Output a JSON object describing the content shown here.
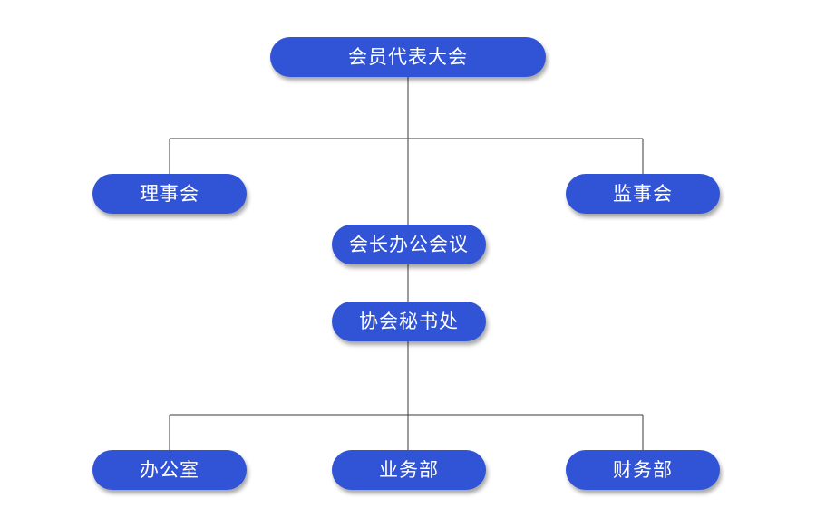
{
  "nodes": {
    "assembly": "会员代表大会",
    "council": "理事会",
    "supervisory": "监事会",
    "presidents_meeting": "会长办公会议",
    "secretariat": "协会秘书处",
    "office": "办公室",
    "business_dept": "业务部",
    "finance_dept": "财务部"
  },
  "colors": {
    "node_fill": "#3153d6",
    "node_text": "#ffffff",
    "connector": "#3a3a3a"
  }
}
